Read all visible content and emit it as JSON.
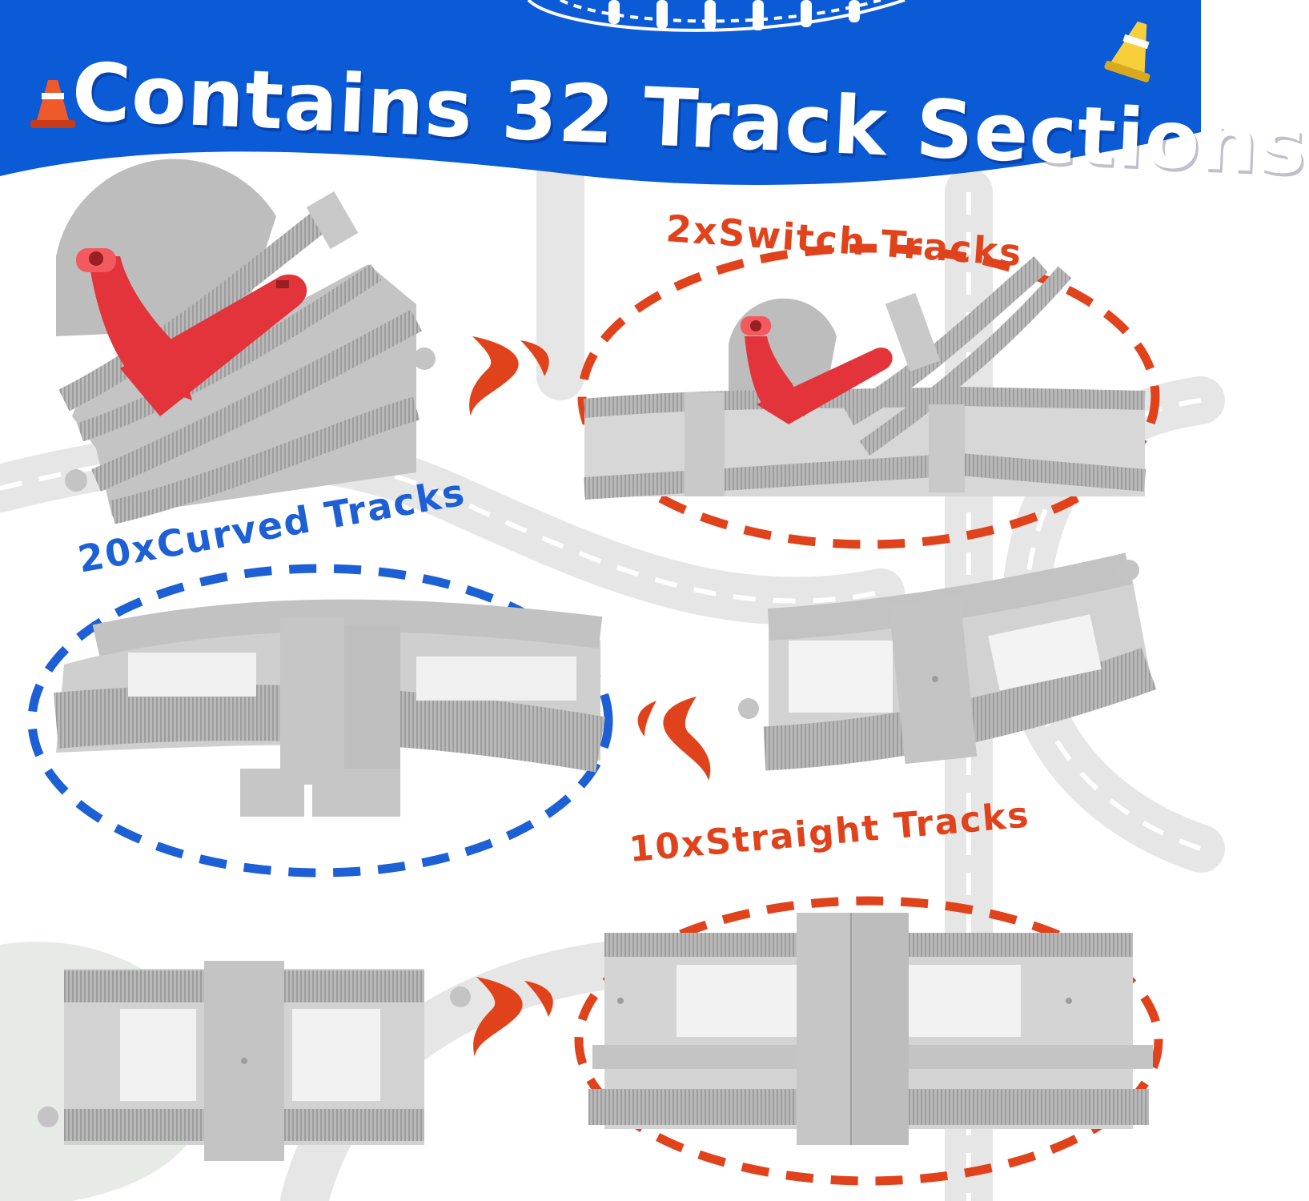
{
  "headline": "Contains 32 Track Sections",
  "labels": {
    "switch": "2xSwitch Tracks",
    "curved": "20xCurved Tracks",
    "straight": "10xStraight Tracks"
  },
  "colors": {
    "banner_blue": "#0b5bd6",
    "accent_red": "#e0431b",
    "accent_blue": "#1d5fd4",
    "track_gray": "#b4b4b4",
    "lever_red": "#e2343a",
    "cone_orange": "#ef5a2a",
    "cone_yellow": "#f7cf3b"
  },
  "icons": [
    "traffic-cone-icon",
    "arrow-chevron-icon"
  ]
}
